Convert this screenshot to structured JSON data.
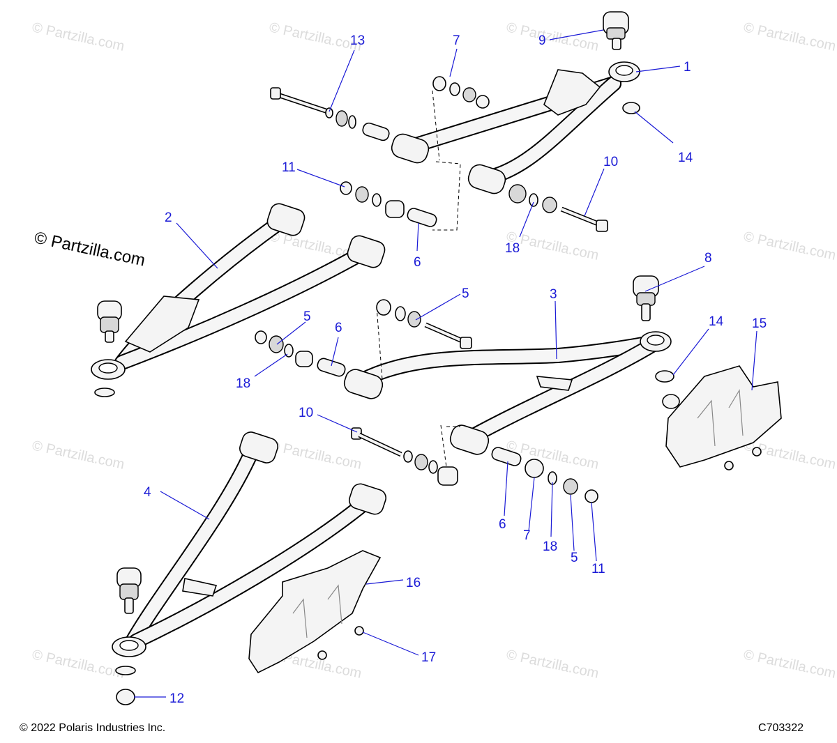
{
  "watermark": {
    "small": "© Partzilla.com",
    "large": "© Partzilla.com"
  },
  "callouts": [
    {
      "id": "c1",
      "label": "1"
    },
    {
      "id": "c2",
      "label": "2"
    },
    {
      "id": "c3",
      "label": "3"
    },
    {
      "id": "c4",
      "label": "4"
    },
    {
      "id": "c5a",
      "label": "5"
    },
    {
      "id": "c5b",
      "label": "5"
    },
    {
      "id": "c5c",
      "label": "5"
    },
    {
      "id": "c6a",
      "label": "6"
    },
    {
      "id": "c6b",
      "label": "6"
    },
    {
      "id": "c6c",
      "label": "6"
    },
    {
      "id": "c7a",
      "label": "7"
    },
    {
      "id": "c7b",
      "label": "7"
    },
    {
      "id": "c8",
      "label": "8"
    },
    {
      "id": "c9",
      "label": "9"
    },
    {
      "id": "c10a",
      "label": "10"
    },
    {
      "id": "c10b",
      "label": "10"
    },
    {
      "id": "c11a",
      "label": "11"
    },
    {
      "id": "c11b",
      "label": "11"
    },
    {
      "id": "c12",
      "label": "12"
    },
    {
      "id": "c13",
      "label": "13"
    },
    {
      "id": "c14a",
      "label": "14"
    },
    {
      "id": "c14b",
      "label": "14"
    },
    {
      "id": "c15",
      "label": "15"
    },
    {
      "id": "c16",
      "label": "16"
    },
    {
      "id": "c17",
      "label": "17"
    },
    {
      "id": "c18a",
      "label": "18"
    },
    {
      "id": "c18b",
      "label": "18"
    },
    {
      "id": "c18c",
      "label": "18"
    }
  ],
  "footer": {
    "copyright": "© 2022 Polaris Industries Inc.",
    "code": "C703322"
  },
  "colors": {
    "callout": "#1a1ad6",
    "line_art": "#000000",
    "watermark": "#dcdcdc"
  }
}
